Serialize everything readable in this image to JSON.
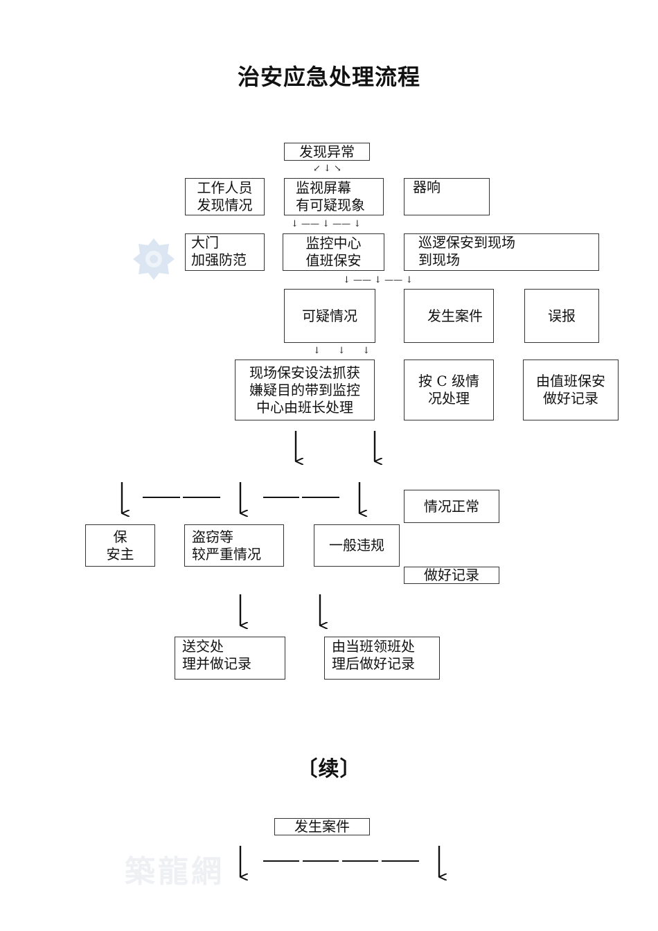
{
  "document": {
    "title": "治安应急处理流程",
    "continued_title": "〔续〕"
  },
  "flow": {
    "discover": "发现异常",
    "staff": [
      "工作人员",
      "发现情况"
    ],
    "monitor": [
      "监视屏幕",
      "有可疑现象"
    ],
    "alarm": [
      "器响"
    ],
    "gate": [
      "大门",
      "加强防范"
    ],
    "center": [
      "监控中心",
      "值班保安"
    ],
    "patrol": [
      "巡逻保安到现场",
      "到现场"
    ],
    "suspicious": [
      "可疑情况"
    ],
    "case": [
      "发生案件"
    ],
    "false_alarm": [
      "误报"
    ],
    "onsite": [
      "现场保安设法抓获",
      "嫌疑目的带到监控",
      "中心由班长处理"
    ],
    "level_c": [
      "按 C 级情",
      "况处理"
    ],
    "duty_record": [
      "由值班保安",
      "做好记录"
    ],
    "normal": [
      "情况正常"
    ],
    "record": [
      "做好记录"
    ],
    "owner": [
      "保",
      "安主"
    ],
    "theft": [
      "盗窃等",
      "较严重情况"
    ],
    "violation": [
      "一般违规"
    ],
    "send": [
      "送交处",
      "理并做记录"
    ],
    "leader": [
      "由当班领班处",
      "理后做好记录"
    ],
    "case_continued": "发生案件"
  },
  "connectors": {
    "row1": "↙ ↓ ↘",
    "row2": "↓ —— ↓ —— ↓",
    "row3": "↓ —— ↓ —— ↓",
    "row4": "↓      ↓      ↓"
  },
  "watermark": {
    "seal_color": "#dce6f2",
    "text": "築龍網"
  },
  "colors": {
    "ink": "#111111",
    "border": "#333333",
    "background": "#ffffff"
  }
}
